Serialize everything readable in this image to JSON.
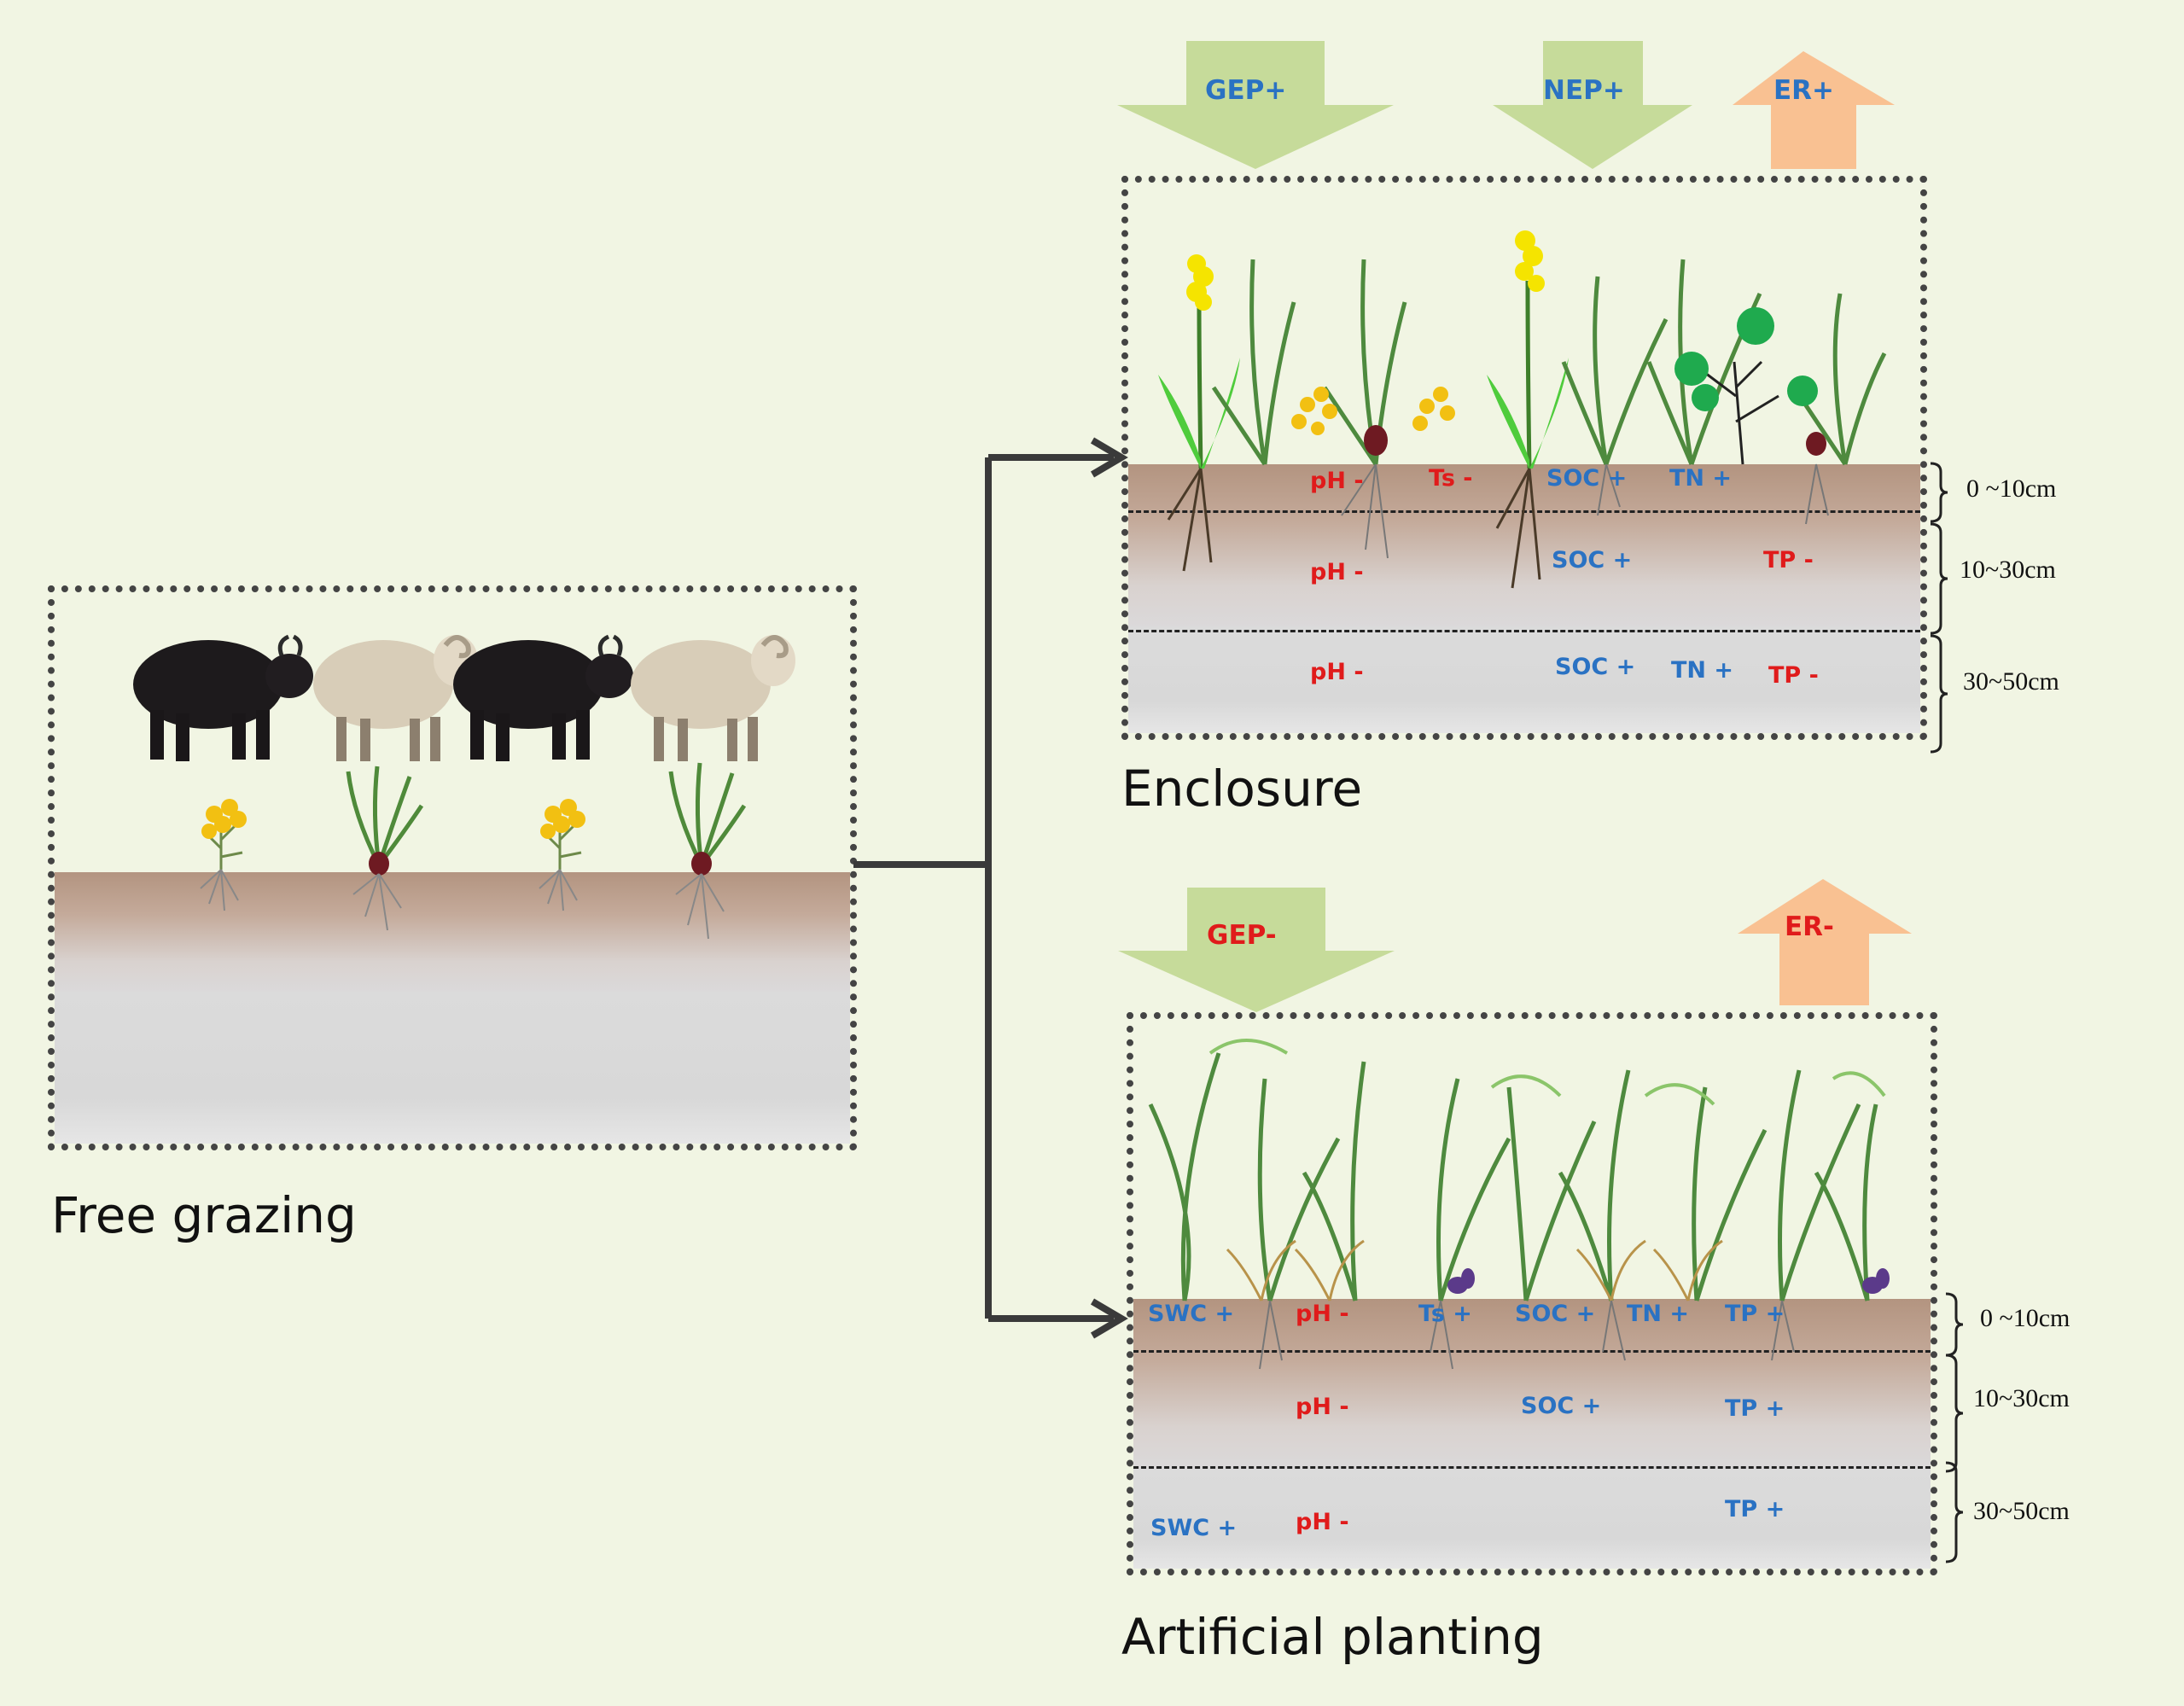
{
  "colors": {
    "background": "#f1f5e3",
    "positive_label": "#2a72c3",
    "negative_label": "#e01b1b",
    "green_arrow": "#c6db9a",
    "orange_arrow": "#f9c192",
    "border": "#444444"
  },
  "free_grazing": {
    "caption": "Free grazing",
    "animals": [
      "yak-icon",
      "sheep-icon",
      "yak-icon",
      "sheep-icon"
    ]
  },
  "enclosure": {
    "caption": "Enclosure",
    "flux_arrows": [
      {
        "label": "GEP+",
        "direction": "down",
        "color": "green",
        "sign": "plus"
      },
      {
        "label": "NEP+",
        "direction": "down",
        "color": "green",
        "sign": "plus"
      },
      {
        "label": "ER+",
        "direction": "up",
        "color": "orange",
        "sign": "plus"
      }
    ],
    "layers": [
      {
        "depth": "0 ~10cm",
        "labels": [
          {
            "text": "pH -",
            "sign": "minus"
          },
          {
            "text": "Ts -",
            "sign": "minus"
          },
          {
            "text": "SOC +",
            "sign": "plus"
          },
          {
            "text": "TN +",
            "sign": "plus"
          }
        ]
      },
      {
        "depth": "10~30cm",
        "labels": [
          {
            "text": "pH -",
            "sign": "minus"
          },
          {
            "text": "SOC +",
            "sign": "plus"
          },
          {
            "text": "TP -",
            "sign": "minus"
          }
        ]
      },
      {
        "depth": "30~50cm",
        "labels": [
          {
            "text": "pH -",
            "sign": "minus"
          },
          {
            "text": "SOC +",
            "sign": "plus"
          },
          {
            "text": "TN +",
            "sign": "plus"
          },
          {
            "text": "TP -",
            "sign": "minus"
          }
        ]
      }
    ]
  },
  "artificial_planting": {
    "caption": "Artificial planting",
    "flux_arrows": [
      {
        "label": "GEP-",
        "direction": "down",
        "color": "green",
        "sign": "minus"
      },
      {
        "label": "ER-",
        "direction": "up",
        "color": "orange",
        "sign": "minus"
      }
    ],
    "layers": [
      {
        "depth": "0 ~10cm",
        "labels": [
          {
            "text": "SWC +",
            "sign": "plus"
          },
          {
            "text": "pH -",
            "sign": "minus"
          },
          {
            "text": "Ts +",
            "sign": "plus"
          },
          {
            "text": "SOC +",
            "sign": "plus"
          },
          {
            "text": "TN +",
            "sign": "plus"
          },
          {
            "text": "TP +",
            "sign": "plus"
          }
        ]
      },
      {
        "depth": "10~30cm",
        "labels": [
          {
            "text": "pH -",
            "sign": "minus"
          },
          {
            "text": "SOC +",
            "sign": "plus"
          },
          {
            "text": "TP +",
            "sign": "plus"
          }
        ]
      },
      {
        "depth": "30~50cm",
        "labels": [
          {
            "text": "SWC +",
            "sign": "plus"
          },
          {
            "text": "pH -",
            "sign": "minus"
          },
          {
            "text": "TP +",
            "sign": "plus"
          }
        ]
      }
    ]
  }
}
